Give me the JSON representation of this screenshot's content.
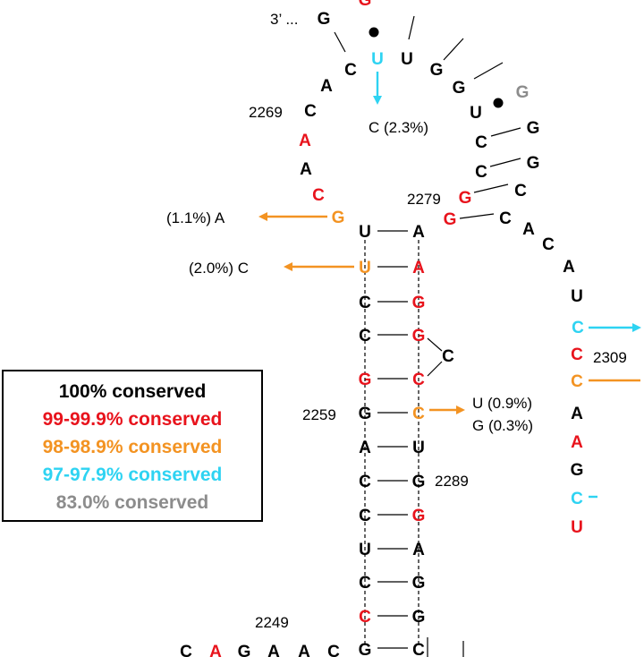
{
  "colors": {
    "conserved_100": "#000000",
    "conserved_99": "#e8131c",
    "conserved_98": "#f39322",
    "conserved_97": "#2ed3f2",
    "conserved_83": "#8c8c8c"
  },
  "legend": {
    "items": [
      {
        "label": "100% conserved",
        "color": "#000000"
      },
      {
        "label": "99-99.9% conserved",
        "color": "#e8131c"
      },
      {
        "label": "98-98.9% conserved",
        "color": "#f39322"
      },
      {
        "label": "97-97.9% conserved",
        "color": "#2ed3f2"
      },
      {
        "label": "83.0% conserved",
        "color": "#8c8c8c"
      }
    ]
  },
  "numbers": [
    "3’ ...",
    "2269",
    "2279",
    "2259",
    "2289",
    "2249",
    "2309"
  ],
  "variants": {
    "u_to_c": "C (2.3%)",
    "g_to_a": "(1.1%) A",
    "u_to_c_2": "(2.0%) C",
    "c_to_u": "U (0.9%)",
    "c_to_g": "G (0.3%)"
  },
  "nucleotides": {
    "left_strand": [
      "U",
      "U",
      "C",
      "C",
      "G",
      "G",
      "A",
      "C",
      "C",
      "U",
      "C",
      "C",
      "G"
    ],
    "right_strand": [
      "A",
      "A",
      "G",
      "G",
      "C",
      "C",
      "U",
      "G",
      "G",
      "A",
      "G",
      "G",
      "C"
    ],
    "bottom_row": [
      "C",
      "A",
      "G",
      "A",
      "A",
      "C"
    ],
    "upper_left": [
      "G",
      "C",
      "A",
      "C",
      "A",
      "A",
      "C",
      "G"
    ],
    "upper_right": [
      "G",
      "C",
      "C",
      "G",
      "G",
      "C",
      "G",
      "G",
      "U",
      "G"
    ],
    "loop_top": [
      "U",
      "U",
      "G"
    ],
    "right_strand_descending": [
      "C",
      "A",
      "C",
      "A",
      "U",
      "C",
      "C",
      "C",
      "A",
      "A",
      "G",
      "C",
      "U"
    ],
    "bulge": "C",
    "top_cut": "G"
  }
}
